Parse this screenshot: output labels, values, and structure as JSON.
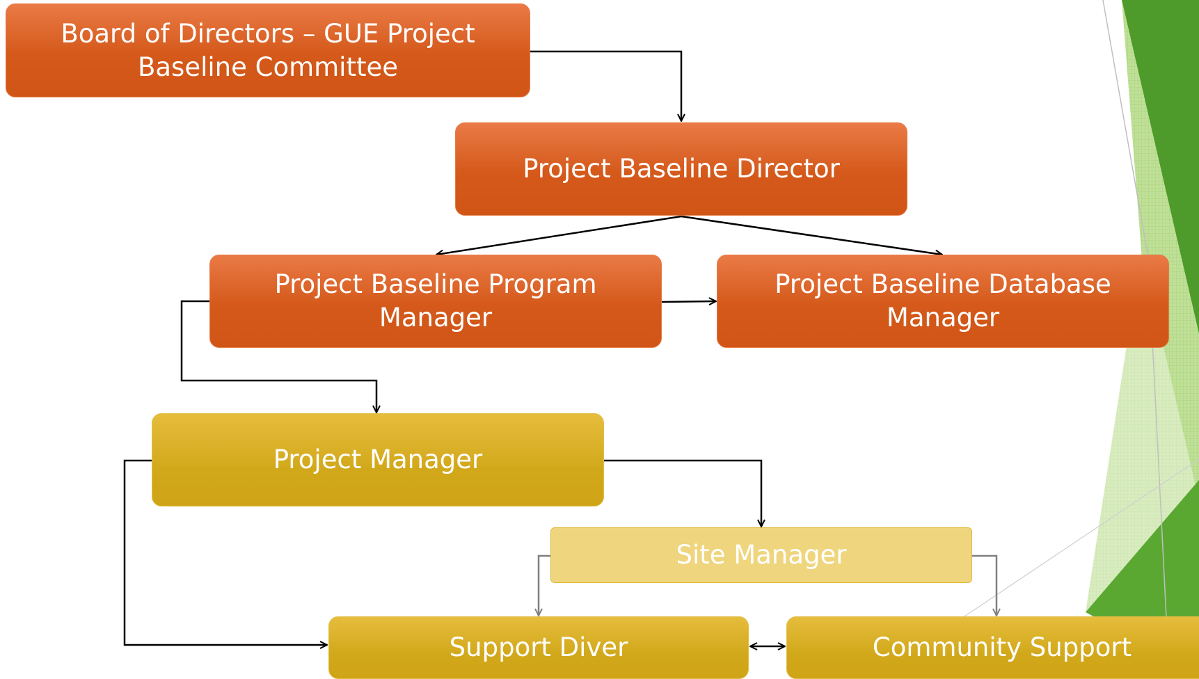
{
  "nodes": {
    "board": {
      "line1": "Board of Directors – GUE Project",
      "line2": "Baseline Committee"
    },
    "director": {
      "label": "Project Baseline Director"
    },
    "program_manager": {
      "line1": "Project Baseline Program",
      "line2": "Manager"
    },
    "database_manager": {
      "line1": "Project Baseline Database",
      "line2": "Manager"
    },
    "project_manager": {
      "label": "Project Manager"
    },
    "site_manager": {
      "label": "Site Manager"
    },
    "support_diver": {
      "label": "Support Diver"
    },
    "community_support": {
      "label": "Community Support"
    }
  },
  "colors": {
    "orange_box": "#d4591a",
    "gold_box": "#d2a81b",
    "light_gold_box": "#efd57d",
    "connector_dark": "#000000",
    "connector_gray": "#808080",
    "green_accent": "#5aa832"
  }
}
